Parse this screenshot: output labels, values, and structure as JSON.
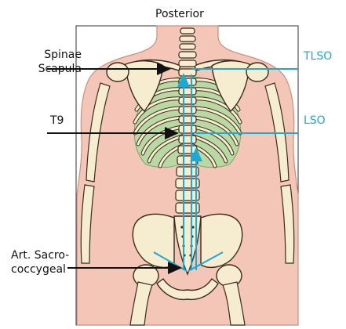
{
  "diagram": {
    "title": "Posterior",
    "labels": {
      "spinae_scapula_line1": "Spinae",
      "spinae_scapula_line2": "Scapula",
      "t9": "T9",
      "art_sacro_line1": "Art. Sacro-",
      "art_sacro_line2": "coccygeal",
      "tlso": "TLSO",
      "lso": "LSO"
    },
    "colors": {
      "skin": "#f3c6b8",
      "skin_outline": "#c98f7e",
      "bone": "#f6ecd0",
      "bone_outline": "#3a2b1e",
      "lung_fill": "#b9d9a3",
      "frame": "#333333",
      "pointer_black": "#111111",
      "pointer_blue": "#1ba9d6"
    }
  }
}
